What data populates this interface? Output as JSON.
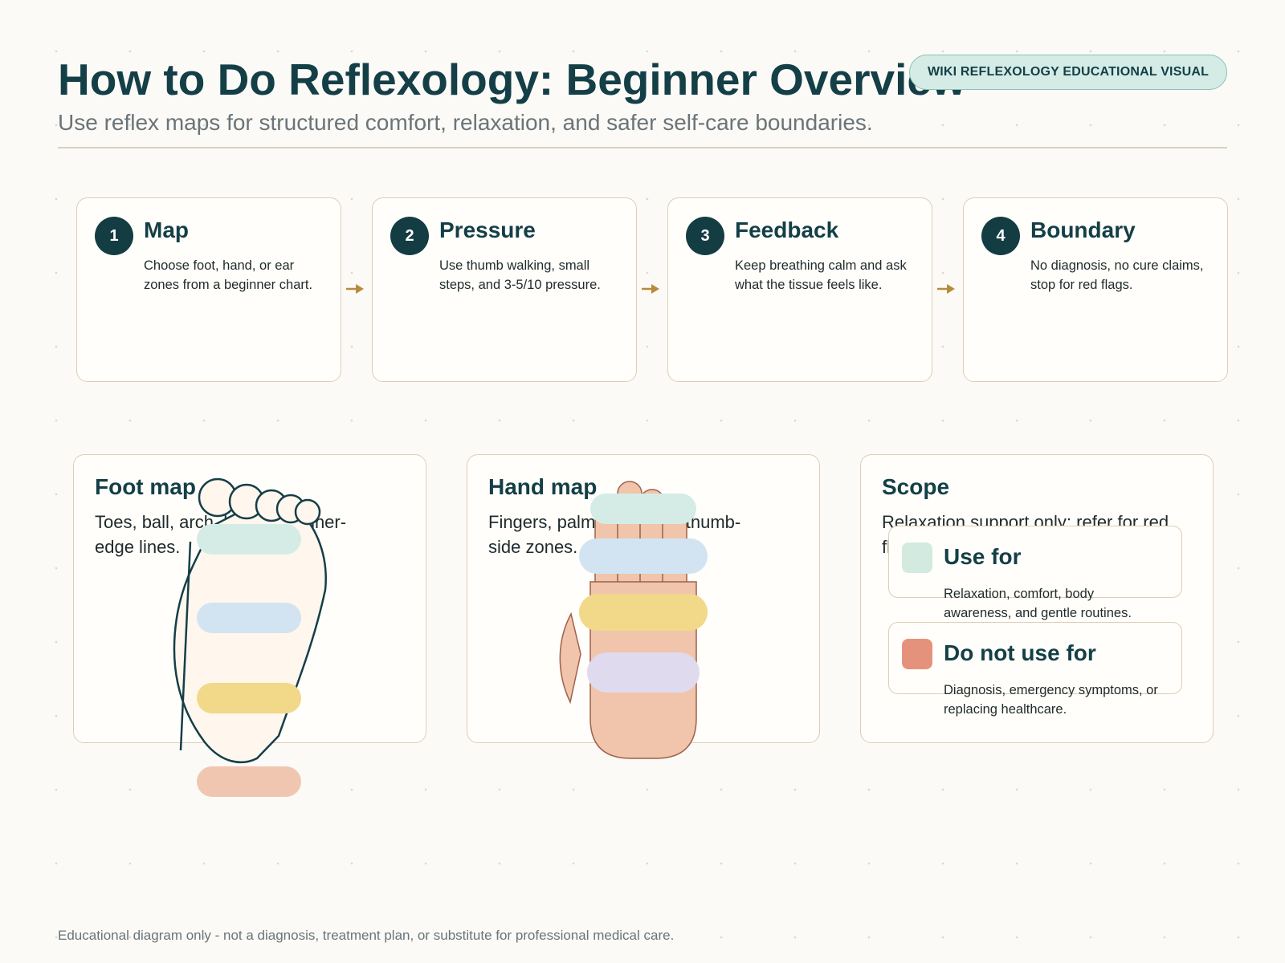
{
  "header": {
    "title": "How to Do Reflexology: Beginner Overview",
    "subtitle": "Use reflex maps for structured comfort, relaxation, and safer self-care boundaries.",
    "badge": "WIKI REFLEXOLOGY EDUCATIONAL VISUAL"
  },
  "steps": [
    {
      "number": "1",
      "title": "Map",
      "text": "Choose foot, hand, or ear zones from a beginner chart."
    },
    {
      "number": "2",
      "title": "Pressure",
      "text": "Use thumb walking, small steps, and 3-5/10 pressure."
    },
    {
      "number": "3",
      "title": "Feedback",
      "text": "Keep breathing calm and ask what the tissue feels like."
    },
    {
      "number": "4",
      "title": "Boundary",
      "text": "No diagnosis, no cure claims, stop for red flags."
    }
  ],
  "panels": {
    "foot": {
      "title": "Foot map",
      "text": "Toes, ball, arch, heel, and inner-edge lines."
    },
    "hand": {
      "title": "Hand map",
      "text": "Fingers, palm, wrist, and thumb-side zones."
    },
    "scope": {
      "title": "Scope",
      "text": "Relaxation support only: refer for red flags.",
      "use_for": {
        "title": "Use for",
        "text": "Relaxation, comfort, body awareness, and gentle routines."
      },
      "do_not_use_for": {
        "title": "Do not use for",
        "text": "Diagnosis, emergency symptoms, or replacing healthcare."
      }
    }
  },
  "footer": "Educational diagram only - not a diagnosis, treatment plan, or substitute for professional medical care.",
  "colors": {
    "primary": "#133c43",
    "accent_arrow": "#b88a3c",
    "zone_mint": "#d5ece6",
    "zone_blue": "#d2e4f1",
    "zone_yellow": "#f2d889",
    "zone_lavender": "#dfdaee",
    "zone_salmon": "#f1c6b1",
    "skin": "#f0c5ab",
    "use_swatch": "#d2eadf",
    "avoid_swatch": "#e5927c"
  }
}
